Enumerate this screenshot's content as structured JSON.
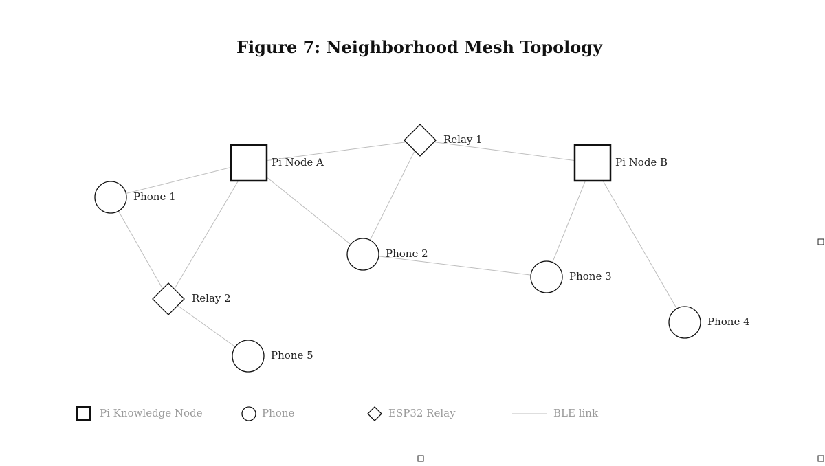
{
  "figure": {
    "title": "Figure 7: Neighborhood Mesh Topology"
  },
  "colors": {
    "node_stroke": "#111111",
    "edge": "#bdbdbd",
    "legend_text": "#9a9a9a",
    "background": "#ffffff"
  },
  "nodes": [
    {
      "id": "pi-a",
      "type": "pi",
      "label": "Pi Node A"
    },
    {
      "id": "pi-b",
      "type": "pi",
      "label": "Pi Node B"
    },
    {
      "id": "relay-1",
      "type": "relay",
      "label": "Relay 1"
    },
    {
      "id": "relay-2",
      "type": "relay",
      "label": "Relay 2"
    },
    {
      "id": "phone-1",
      "type": "phone",
      "label": "Phone 1"
    },
    {
      "id": "phone-2",
      "type": "phone",
      "label": "Phone 2"
    },
    {
      "id": "phone-3",
      "type": "phone",
      "label": "Phone 3"
    },
    {
      "id": "phone-4",
      "type": "phone",
      "label": "Phone 4"
    },
    {
      "id": "phone-5",
      "type": "phone",
      "label": "Phone 5"
    }
  ],
  "edges": [
    [
      "pi-a",
      "relay-1"
    ],
    [
      "relay-1",
      "pi-b"
    ],
    [
      "pi-a",
      "phone-1"
    ],
    [
      "pi-a",
      "phone-2"
    ],
    [
      "pi-a",
      "relay-2"
    ],
    [
      "relay-1",
      "phone-2"
    ],
    [
      "pi-b",
      "phone-3"
    ],
    [
      "pi-b",
      "phone-4"
    ],
    [
      "phone-1",
      "relay-2"
    ],
    [
      "phone-2",
      "phone-3"
    ],
    [
      "relay-2",
      "phone-5"
    ]
  ],
  "legend": {
    "pi": "Pi Knowledge Node",
    "phone": "Phone",
    "relay": "ESP32 Relay",
    "link": "BLE link"
  }
}
